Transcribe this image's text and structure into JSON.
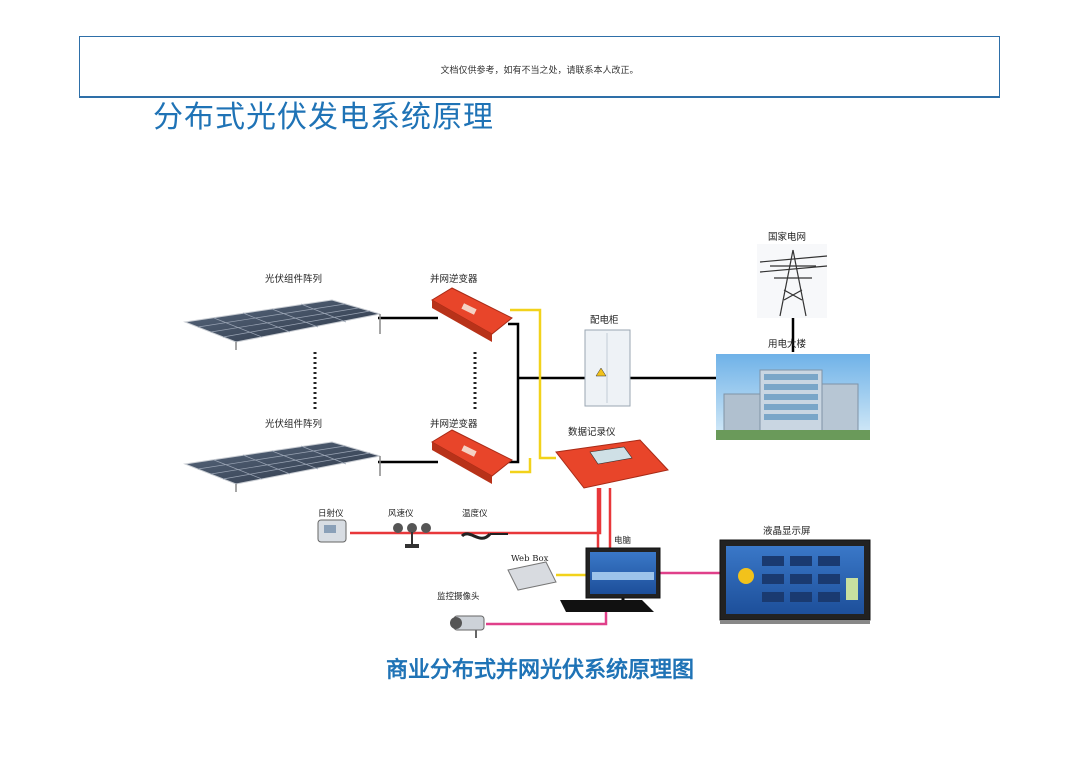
{
  "header": {
    "note": "文档仅供参考，如有不当之处，请联系本人改正。"
  },
  "page_title": "分布式光伏发电系统原理",
  "diagram": {
    "labels": {
      "pv_array_top": "光伏组件阵列",
      "inverter_top": "并网逆变器",
      "pv_array_bottom": "光伏组件阵列",
      "inverter_bottom": "并网逆变器",
      "cabinet": "配电柜",
      "grid": "国家电网",
      "building": "用电大楼",
      "logger": "数据记录仪",
      "irradiance": "日射仪",
      "anemometer": "风速仪",
      "thermometer": "温度仪",
      "computer": "电脑",
      "webbox": "Web Box",
      "camera": "监控摄像头",
      "lcd": "液晶显示屏"
    },
    "colors": {
      "inverter": "#e8452a",
      "dc_line": "#000000",
      "signal_yellow": "#f2d21b",
      "signal_red": "#e8373a",
      "signal_pink": "#e0408a"
    }
  },
  "caption": "商业分布式并网光伏系统原理图"
}
